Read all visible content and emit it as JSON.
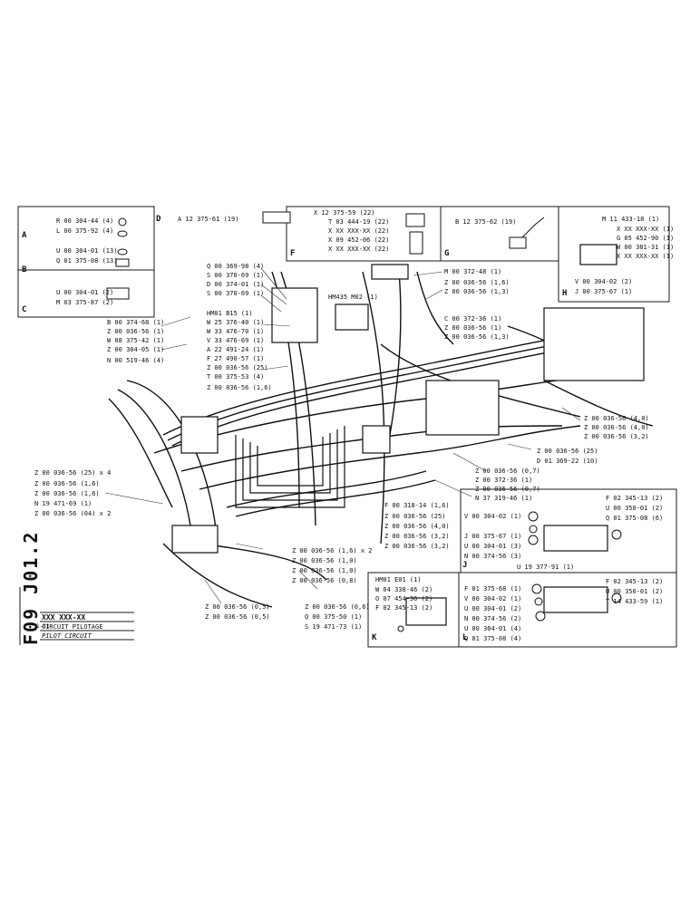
{
  "sheet": {
    "code": "F09 J01.2",
    "ref_number": "XXX XXX-XX",
    "small_note": "1-81",
    "title_fr": "CIRCUIT PILOTAGE",
    "title_en": "PILOT CIRCUIT"
  },
  "box_labels": {
    "A": "A",
    "B": "B",
    "C": "C",
    "D": "D",
    "F": "F",
    "G": "G",
    "H": "H",
    "K": "K",
    "L": "L",
    "J": "J"
  },
  "inset_A": [
    "R 00 304-44 (4)",
    "L 00 375-92 (4)"
  ],
  "inset_B": [
    "U 00 304-01 (13)",
    "Q 01 375-08 (13)"
  ],
  "inset_C": [
    "U 00 304-01 (2)",
    "M 03 375-87 (2)"
  ],
  "inset_D": [
    "A 12 375-61 (19)"
  ],
  "inset_F": [
    "X 12 375-59 (22)",
    "T 03 444-19 (22)",
    "X XX XXX-XX (22)",
    "X 09 452-06 (22)",
    "X XX XXX-XX (22)"
  ],
  "inset_G": [
    "B 12 375-62 (19)"
  ],
  "inset_H": [
    "M 11 433-18 (1)",
    "X XX XXX-XX (1)",
    "G 05 452-90 (1)",
    "W 00 381-31 (1)",
    "X XX XXX-XX (1)",
    "V 00 304-02 (2)",
    "J 00 375-67 (1)"
  ],
  "inset_J": [
    "F 02 345-13 (2)",
    "U 00 350-01 (2)",
    "Q 01 375-08 (6)",
    "V 00 304-02 (1)",
    "J 00 375-67 (1)",
    "U 00 304-01 (3)",
    "N 00 374-56 (3)",
    "U 19 377-91 (1)"
  ],
  "inset_K": [
    "HM01 E01 (1)",
    "W 04 338-46 (2)",
    "O 07 454-36 (2)",
    "F 02 345-13 (2)"
  ],
  "inset_L": [
    "F 01 375-68 (1)",
    "V 00 304-02 (1)",
    "U 00 304-01 (2)",
    "N 00 374-56 (2)",
    "U 00 304-01 (4)",
    "Q 01 375-08 (4)",
    "F 02 345-13 (2)",
    "U 00 350-01 (2)",
    "T 14 433-59 (1)"
  ],
  "callouts_left_top": [
    "Q 00 369-98 (4)",
    "S 00 370-69 (1)",
    "D 00 374-01 (1)",
    "S 00 370-69 (1)"
  ],
  "callouts_left_mid": [
    "B 00 374-68 (1)",
    "Z 00 036-56 (1)",
    "W 08 375-42 (1)",
    "Z 00 304-05 (1)",
    "N 00 519-46 (4)"
  ],
  "callouts_center": [
    "HM01 B15 (1)",
    "W 25 376-40 (1)",
    "W 33 476-70 (1)",
    "V 33 476-69 (1)",
    "A 22 491-24 (1)",
    "F 27 490-57 (1)",
    "Z 00 036-56 (25)",
    "T 00 375-53 (4)",
    "Z 00 036-56 (1,6)"
  ],
  "callout_hm435": "HM435 M02 (1)",
  "callouts_right_top": [
    "M 00 372-48 (1)",
    "Z 00 036-56 (1,6)",
    "Z 00 036-56 (1,3)",
    "C 00 372-36 (1)",
    "Z 00 036-56 (1)",
    "Z 00 036-56 (1,3)"
  ],
  "callouts_right": [
    "Z 00 036-56 (4,0)",
    "Z 00 036-56 (4,0)",
    "Z 00 036-56 (3,2)",
    "Z 00 036-56 (25)",
    "D 01 369-22 (10)"
  ],
  "callouts_center_low": [
    "Z 00 036-56 (0,7)",
    "Z 00 372-36 (1)",
    "Z 00 036-56 (0,7)",
    "N 37 319-46 (1)",
    "F 00 318-14 (1,6)",
    "Z 00 036-56 (25)",
    "Z 00 036-56 (4,0)",
    "Z 00 036-56 (3,2)",
    "Z 00 036-56 (3,2)"
  ],
  "callouts_left_low": [
    "Z 00 036-56 (25) x 4",
    "Z 00 036-56 (1,6)",
    "Z 00 036-56 (1,6)",
    "N 19 471-69 (1)",
    "Z 00 036-56 (04) x 2"
  ],
  "callouts_bottom": [
    "Z 00 036-56 (1,6) x 2",
    "Z 00 036-56 (1,0)",
    "Z 00 036-56 (1,0)",
    "Z 00 036-56 (0,8)",
    "Z 00 036-56 (0,5)",
    "Z 00 036-56 (0,5)",
    "Z 00 036-56 (0,6)",
    "Q 00 375-50 (1)",
    "S 19 471-73 (1)"
  ],
  "colors": {
    "ink": "#111111",
    "paper": "#ffffff"
  }
}
